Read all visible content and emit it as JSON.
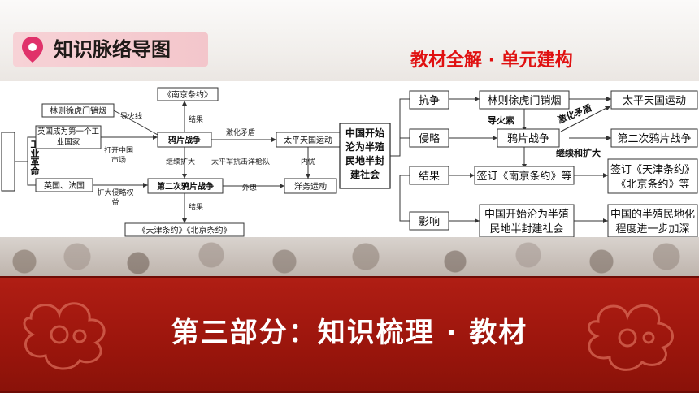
{
  "header": {
    "tag": "知识脉络导图",
    "red_title": "教材全解 · 单元建构"
  },
  "left_map": {
    "root": "工业革命",
    "britain": "英国成为第一个工业国家",
    "britain_france": "英国、法国",
    "lin_zexu": "林则徐虎门销烟",
    "nanjing": "《南京条约》",
    "opium_war": "鸦片战争",
    "taiping": "太平天国运动",
    "second_war": "第二次鸦片战争",
    "yangwu": "洋务运动",
    "tianjin_beijing": "《天津条约》《北京条约》",
    "china_semi": "中国开始沦为半殖民地半封建社会",
    "lbl_fuse": "导火线",
    "lbl_result1": "结果",
    "lbl_intensify": "激化矛盾",
    "lbl_open_market": "打开中国市场",
    "lbl_expand": "继续扩大",
    "lbl_taiping_army": "太平军抗击洋枪队",
    "lbl_internal": "内忧",
    "lbl_rights": "扩大侵略权益",
    "lbl_external": "外患",
    "lbl_result2": "结果"
  },
  "right_map": {
    "cat1": "抗争",
    "cat2": "侵略",
    "cat3": "结果",
    "cat4": "影响",
    "lin_zexu": "林则徐虎门销烟",
    "taiping": "太平天国运动",
    "fuse": "导火索",
    "intensify": "激化矛盾",
    "opium_war": "鸦片战争",
    "second_war": "第二次鸦片战争",
    "continue": "继续和扩大",
    "nanjing": "签订《南京条约》等",
    "tianjin": "签订《天津条约》",
    "beijing": "《北京条约》等",
    "impact1_line1": "中国开始沦为半殖",
    "impact1_line2": "民地半封建社会",
    "impact2_line1": "中国的半殖民地化",
    "impact2_line2": "程度进一步加深"
  },
  "banner": {
    "title": "第三部分：知识梳理 · 教材"
  }
}
